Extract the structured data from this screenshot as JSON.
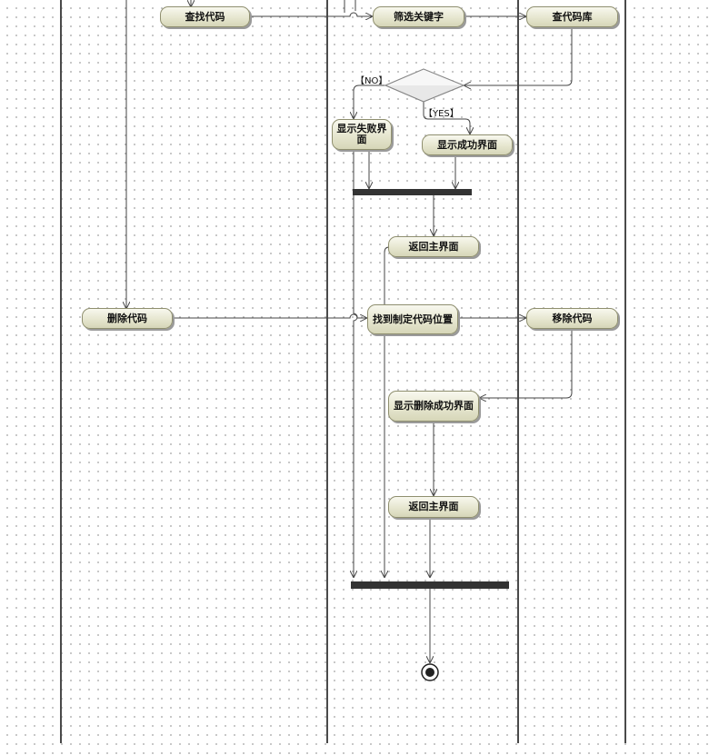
{
  "nodes": {
    "find_code": "查找代码",
    "filter_keywords": "筛选关键字",
    "query_code_db": "查代码库",
    "show_fail_ui": "显示失败界面",
    "show_success_ui": "显示成功界面",
    "return_main_1": "返回主界面",
    "delete_code": "删除代码",
    "locate_code": "找到制定代码位置",
    "remove_code": "移除代码",
    "show_delete_success_ui": "显示删除成功界面",
    "return_main_2": "返回主界面"
  },
  "guards": {
    "no": "【NO】",
    "yes": "【YES】"
  },
  "colors": {
    "line": "#444444",
    "node_border": "#8f8f6f",
    "node_fill_top": "#f8f8ee",
    "node_fill_bottom": "#d6d6b8",
    "bar": "#333333"
  }
}
